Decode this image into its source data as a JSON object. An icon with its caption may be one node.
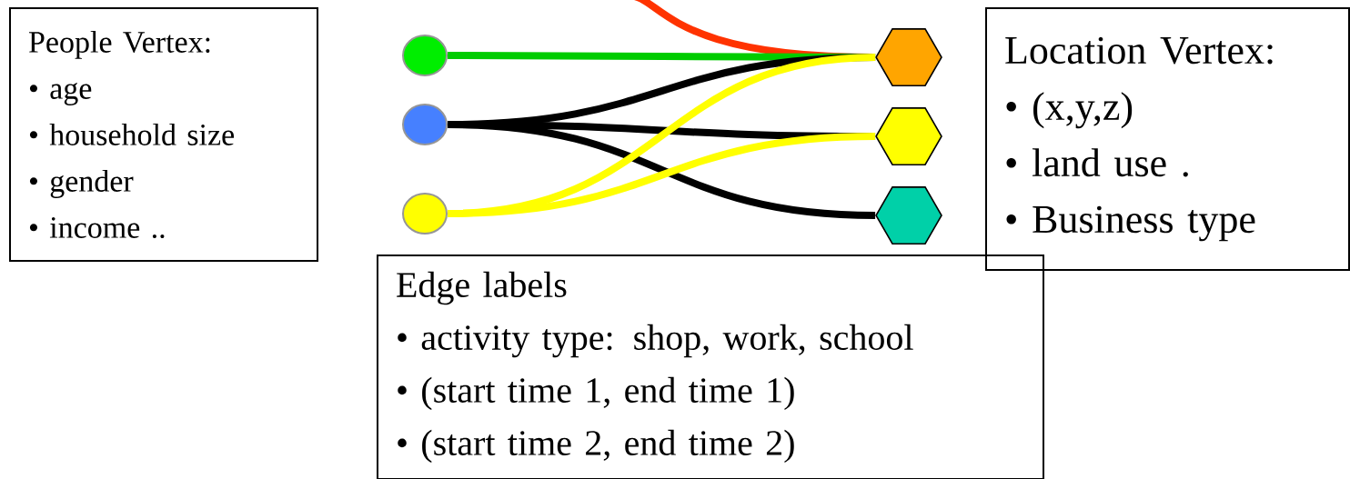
{
  "diagram": {
    "nodes": [
      {
        "text": [
          "People Vertex:",
          "• age",
          "• household size",
          "• gender",
          "• income .."
        ]
      },
      {
        "text": [
          "Location Vertex:",
          "• (x,y,z)",
          "• land use .",
          "• Business type"
        ]
      },
      {
        "text": [
          "Edge labels",
          "• activity type: shop, work, school",
          "• (start time 1, end time 1)",
          "• (start time 2, end time 2)"
        ]
      },
      {
        "text": [],
        "shape": "circle"
      },
      {
        "text": [],
        "shape": "circle"
      },
      {
        "text": [],
        "shape": "circle"
      },
      {
        "text": [],
        "shape": "hexagon"
      },
      {
        "text": [],
        "shape": "hexagon"
      },
      {
        "text": [],
        "shape": "hexagon"
      }
    ],
    "edges": [
      {
        "from": null,
        "to": 6,
        "arrow": "none",
        "color": "#ff3300"
      },
      {
        "from": 3,
        "to": 6,
        "arrow": "none",
        "color": "#00cc00"
      },
      {
        "from": 4,
        "to": 6,
        "arrow": "none"
      },
      {
        "from": 4,
        "to": 7,
        "arrow": "none"
      },
      {
        "from": 4,
        "to": 8,
        "arrow": "none"
      },
      {
        "from": 5,
        "to": 6,
        "arrow": "none",
        "color": "#ffff00"
      },
      {
        "from": 5,
        "to": 7,
        "arrow": "none",
        "color": "#ffff00"
      }
    ]
  }
}
